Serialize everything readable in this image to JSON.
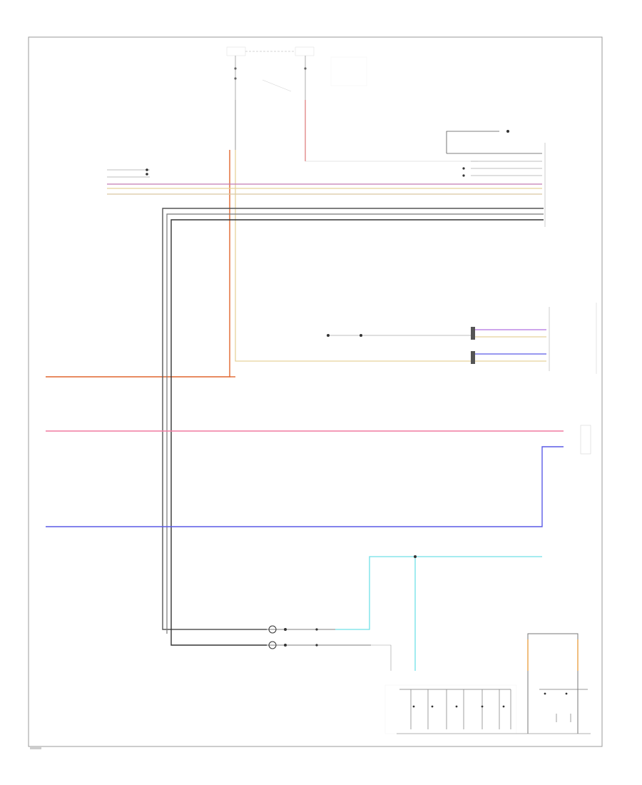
{
  "diagram": {
    "domain": "wiring-schematic",
    "page_number": "",
    "components": [
      {
        "id": "fuse-block-top-left",
        "label": ""
      },
      {
        "id": "fuse-block-top-right",
        "label": ""
      },
      {
        "id": "instrument-panel-cluster",
        "label": ""
      },
      {
        "id": "steering-angle-sensor",
        "label": ""
      },
      {
        "id": "front-control-module",
        "label": ""
      },
      {
        "id": "instrument-panel-dimmer",
        "label": ""
      },
      {
        "id": "left-steering-wheel-switch",
        "label": ""
      },
      {
        "id": "clockspring",
        "label": ""
      },
      {
        "id": "right-steering-wheel-switch",
        "label": ""
      },
      {
        "id": "switch-assembly-bottom",
        "label": ""
      }
    ],
    "wire_colors": {
      "red": "#e0662e",
      "red_dark": "#c8462a",
      "pink": "#f07aa0",
      "magenta": "#e060e8",
      "blue": "#5a5ae6",
      "yellow": "#e6d29a",
      "tan": "#d9c7a0",
      "gray": "#555555",
      "black": "#333333",
      "cyan": "#6fe0e8",
      "orange": "#e89a3a",
      "violet": "#b070e0"
    }
  }
}
